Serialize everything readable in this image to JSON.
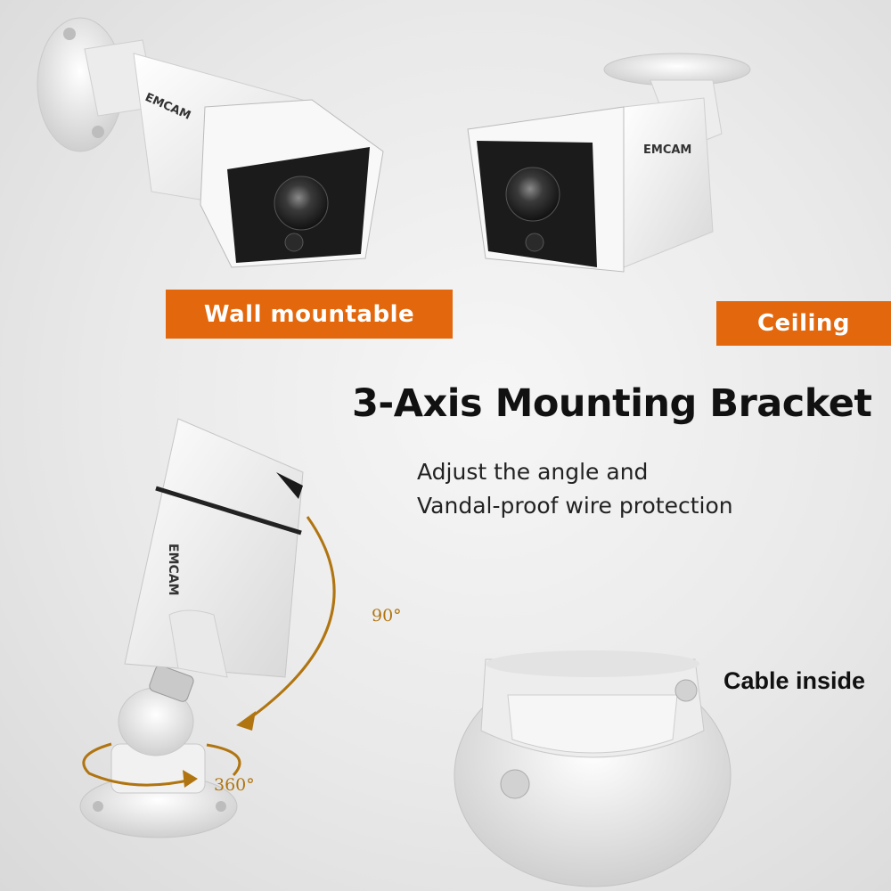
{
  "labels": {
    "wall": "Wall mountable",
    "ceiling": "Ceiling",
    "headline": "3-Axis Mounting Bracket",
    "sub_line1": "Adjust the angle and",
    "sub_line2": "Vandal-proof wire protection",
    "cable": "Cable inside",
    "tilt": "90°",
    "rotate": "360°"
  },
  "brand": {
    "logo_text": "EMCAM"
  },
  "colors": {
    "accent": "#e3670c",
    "arrow": "#b07510",
    "camera_body": "#f7f7f7"
  },
  "icons": [
    "tilt-arrow-icon",
    "rotate-arrow-icon"
  ]
}
